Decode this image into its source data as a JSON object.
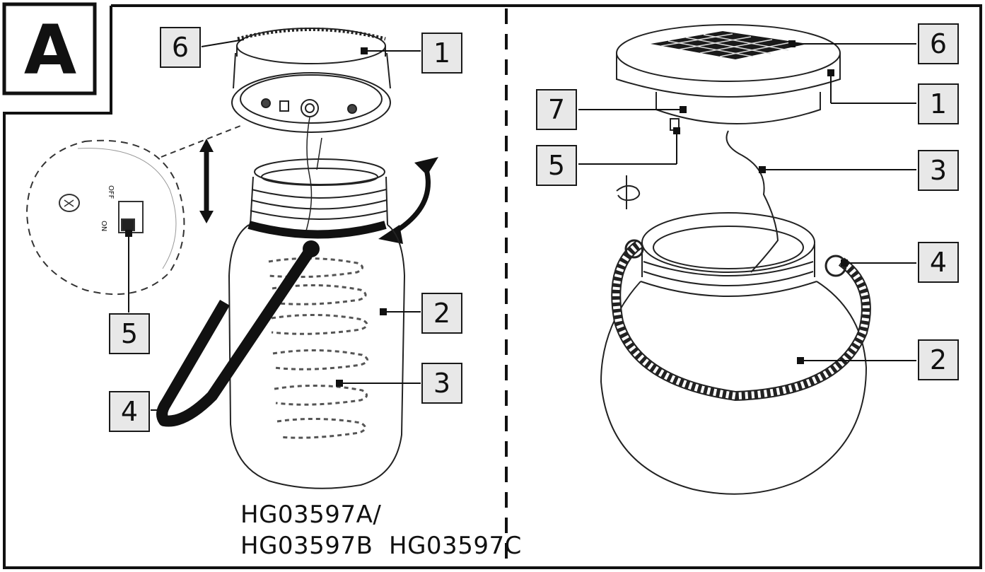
{
  "section_label": "A",
  "model_numbers": {
    "line1": "HG03597A/",
    "line2": "HG03597B  HG03597C"
  },
  "switch_labels": {
    "off": "OFF",
    "on": "ON"
  },
  "left_callouts": {
    "c1": "1",
    "c2": "2",
    "c3": "3",
    "c4": "4",
    "c5": "5",
    "c6": "6"
  },
  "right_callouts": {
    "c1": "1",
    "c2": "2",
    "c3": "3",
    "c4": "4",
    "c5": "5",
    "c6": "6",
    "c7": "7"
  }
}
